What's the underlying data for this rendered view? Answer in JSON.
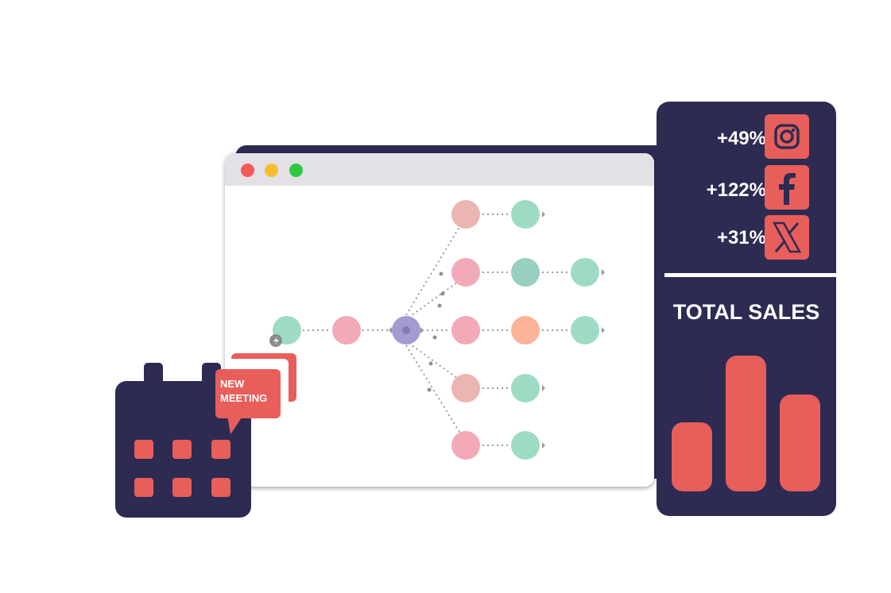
{
  "window": {
    "controls": [
      "close",
      "minimize",
      "maximize"
    ],
    "control_colors": {
      "close": "#f25b57",
      "minimize": "#f8bd2e",
      "maximize": "#2fc842"
    }
  },
  "sales_panel": {
    "stats": [
      {
        "value": "+49%",
        "icon": "instagram-icon"
      },
      {
        "value": "+122%",
        "icon": "facebook-icon"
      },
      {
        "value": "+31%",
        "icon": "x-icon"
      }
    ],
    "title": "TOTAL SALES",
    "bars": [
      0.46,
      0.9,
      0.64
    ]
  },
  "calendar": {
    "bubble_line1": "NEW",
    "bubble_line2": "MEETING"
  },
  "colors": {
    "navy": "#2d2b52",
    "coral": "#e85e5b",
    "green_node": "#9ddcc3",
    "pink_node": "#f2a9b8",
    "purple_node": "#a69bd1",
    "orange_node": "#fbb39a"
  }
}
